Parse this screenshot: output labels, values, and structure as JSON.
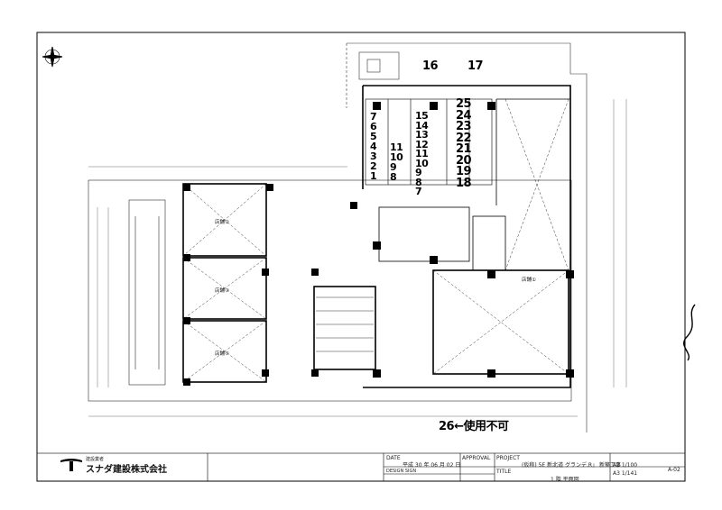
{
  "drawing": {
    "parking_numbers_left": [
      "7",
      "6",
      "5",
      "4",
      "3",
      "2",
      "1",
      "11",
      "10",
      "9",
      "8"
    ],
    "parking_numbers_mid": [
      "15",
      "14",
      "13",
      "12",
      "11",
      "10",
      "9",
      "8",
      "7"
    ],
    "parking_numbers_right": [
      "25",
      "24",
      "23",
      "22",
      "21",
      "20",
      "19",
      "18"
    ],
    "top_numbers": [
      "16",
      "17"
    ],
    "not_in_use_note": "26←使用不可",
    "store_labels": [
      "店舗②",
      "店舗③",
      "店舗⑤",
      "店舗①"
    ]
  },
  "title_block": {
    "company": "スナダ建設株式会社",
    "company_prefix": "建設業者",
    "date_label": "DATE",
    "date_value": "平成 30 年 06 月 02 日",
    "approval_label": "APPROVAL",
    "project_label": "PROJECT",
    "project_value": "(仮称) 5E 新北道 グランデ.R」 新築工事",
    "title_label": "TITLE",
    "title_value": "1 階 平面図",
    "design_label": "DESIGN SIGN",
    "scale_value": "A2 1/100",
    "scale_value2": "A3 1/141",
    "sheet_no": "A-02"
  }
}
